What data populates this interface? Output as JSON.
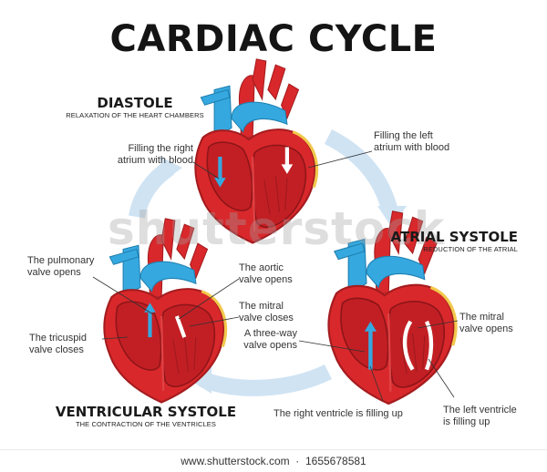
{
  "title": "CARDIAC CYCLE",
  "phases": {
    "diastole": {
      "title": "DIASTOLE",
      "subtitle": "RELAXATION OF THE HEART CHAMBERS"
    },
    "atrial_systole": {
      "title": "ATRIAL SYSTOLE",
      "subtitle": "REDUCTION OF THE ATRIAL"
    },
    "ventricular_systole": {
      "title": "VENTRICULAR SYSTOLE",
      "subtitle": "THE CONTRACTION OF THE VENTRICLES"
    }
  },
  "labels": {
    "fill_right_atrium": [
      "Filling the right",
      "atrium with blood"
    ],
    "fill_left_atrium": [
      "Filling the left",
      "atrium with blood"
    ],
    "pulmonary_valve": [
      "The pulmonary",
      "valve opens"
    ],
    "aortic_valve": [
      "The aortic",
      "valve opens"
    ],
    "mitral_closes": [
      "The mitral",
      "valve closes"
    ],
    "tricuspid_closes": [
      "The tricuspid",
      "valve closes"
    ],
    "three_way": [
      "A three-way",
      "valve opens"
    ],
    "mitral_opens": [
      "The mitral",
      "valve opens"
    ],
    "right_ventricle": [
      "The right ventricle is filling up"
    ],
    "left_ventricle": [
      "The left ventricle",
      "is filling up"
    ]
  },
  "watermark": "shutterstock",
  "footer": {
    "url": "www.shutterstock.com",
    "id": "1655678581"
  },
  "colors": {
    "muscle": "#d9282b",
    "muscle_dark": "#b01e22",
    "chamber": "#c21f24",
    "vessel_blue": "#35a9df",
    "arrow": "#cfe3f3",
    "pericardium_yellow": "#f2c84b"
  }
}
